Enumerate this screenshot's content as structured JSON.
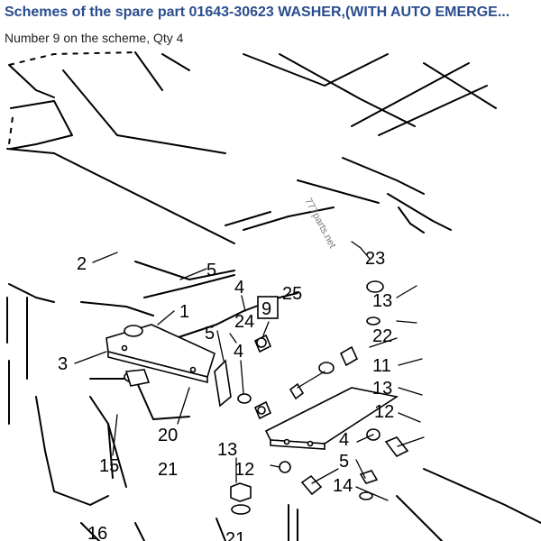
{
  "title": "Schemes of the spare part 01643-30623 WASHER,(WITH AUTO EMERGE...",
  "subtitle": "Number 9 on the scheme, Qty 4",
  "watermark": "777parts.net",
  "scheme": {
    "highlighted_callout": "9",
    "callouts": [
      "2",
      "5",
      "4",
      "25",
      "9",
      "1",
      "24",
      "5",
      "4",
      "3",
      "20",
      "15",
      "21",
      "16",
      "13",
      "12",
      "21",
      "23",
      "13",
      "22",
      "11",
      "13",
      "12",
      "4",
      "5",
      "14"
    ]
  }
}
